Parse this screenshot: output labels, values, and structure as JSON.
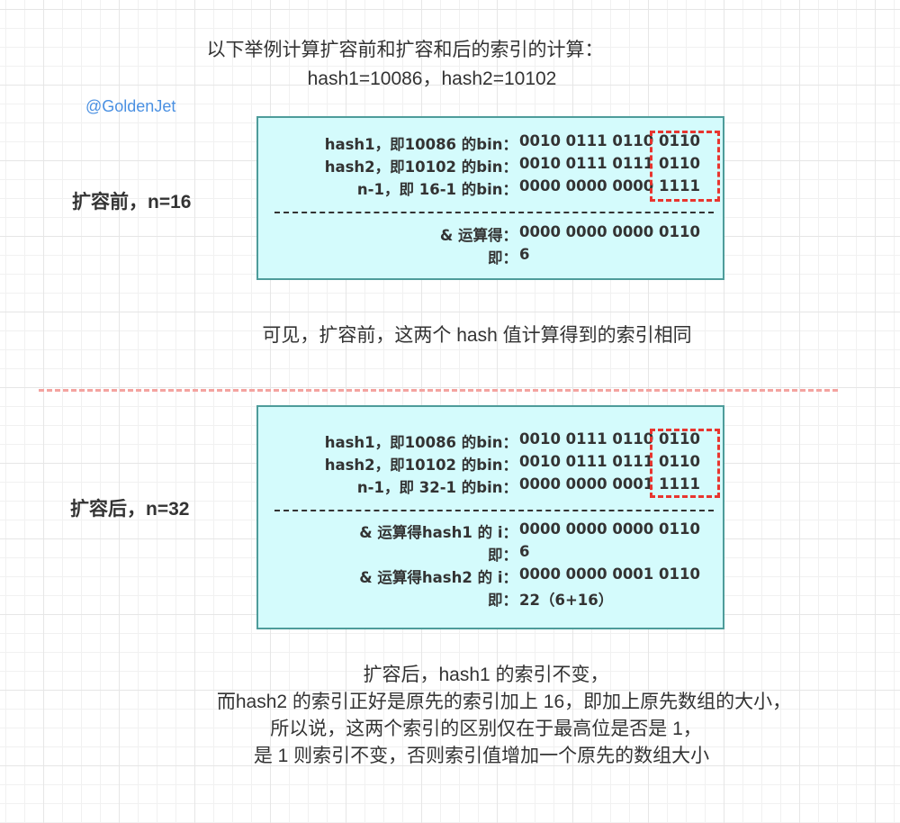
{
  "title": {
    "line1": "以下举例计算扩容前和扩容和后的索引的计算：",
    "line2": "hash1=10086，hash2=10102"
  },
  "watermark": "@GoldenJet",
  "before": {
    "side_label": "扩容前，n=16",
    "rows": [
      {
        "label": "hash1，即10086 的bin：",
        "value": "0010 0111 0110 0110"
      },
      {
        "label": "hash2，即10102 的bin：",
        "value": "0010 0111 0111 0110"
      },
      {
        "label": "n-1，即 16-1 的bin：",
        "value": "0000 0000 0000 1111"
      }
    ],
    "results": [
      {
        "label": "& 运算得：",
        "value": "0000 0000 0000 0110"
      },
      {
        "label": "即：",
        "value": "6"
      }
    ],
    "caption": "可见，扩容前，这两个 hash 值计算得到的索引相同"
  },
  "after": {
    "side_label": "扩容后，n=32",
    "rows": [
      {
        "label": "hash1，即10086 的bin：",
        "value": "0010 0111 0110 0110"
      },
      {
        "label": "hash2，即10102 的bin：",
        "value": "0010 0111 0111 0110"
      },
      {
        "label": "n-1，即 32-1 的bin：",
        "value": "0000 0000 0001 1111"
      }
    ],
    "results": [
      {
        "label": "& 运算得hash1 的 i：",
        "value": "0000 0000 0000 0110"
      },
      {
        "label": "即：",
        "value": "6"
      },
      {
        "label": "& 运算得hash2 的 i：",
        "value": "0000 0000 0001 0110"
      },
      {
        "label": "即：",
        "value": "22（6+16）"
      }
    ]
  },
  "conclusion": [
    "扩容后，hash1 的索引不变，",
    "而hash2 的索引正好是原先的索引加上 16，即加上原先数组的大小，",
    "所以说，这两个索引的区别仅在于最高位是否是 1，",
    "是 1 则索引不变，否则索引值增加一个原先的数组大小"
  ],
  "colors": {
    "box_fill": "#d4fbfc",
    "box_border": "#4e9c9a",
    "highlight_dash": "#e8352f",
    "separator_dash": "#f4a3a0",
    "watermark": "#4a90e2"
  }
}
